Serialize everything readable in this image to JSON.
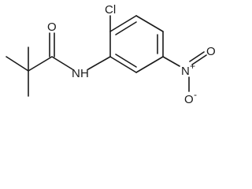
{
  "molecule": {
    "labels": {
      "oxygen_carbonyl": "O",
      "nitrogen_amide": "N",
      "hydrogen_amide": "H",
      "chlorine": "Cl",
      "nitro_nitrogen": "N",
      "nitro_plus": "+",
      "nitro_oxygen_top": "O",
      "nitro_oxygen_bottom": "O",
      "nitro_minus": "-"
    }
  }
}
